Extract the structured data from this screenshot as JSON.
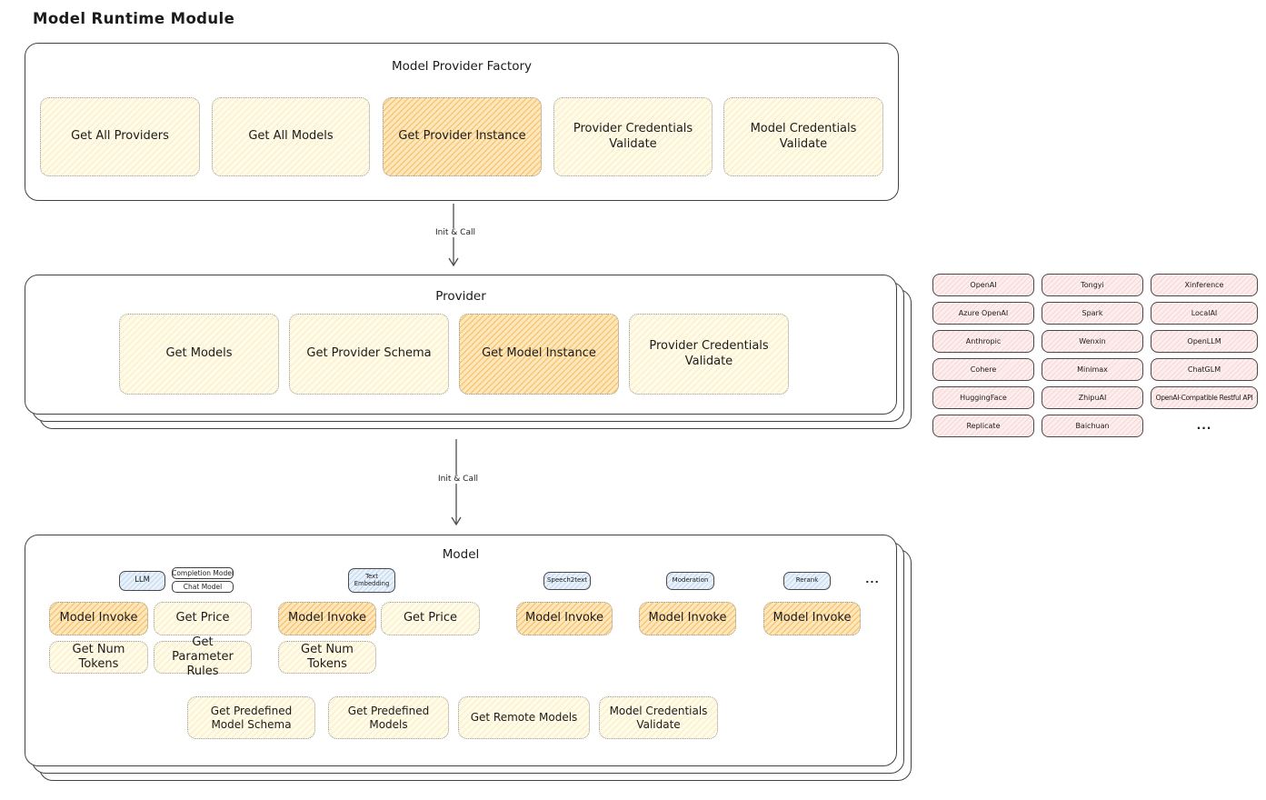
{
  "title": "Model Runtime Module",
  "arrows": {
    "factory_to_provider": "Init & Call",
    "provider_to_model": "Init & Call"
  },
  "factory": {
    "title": "Model Provider Factory",
    "boxes": [
      {
        "label": "Get All Providers",
        "highlight": false
      },
      {
        "label": "Get All Models",
        "highlight": false
      },
      {
        "label": "Get Provider Instance",
        "highlight": true
      },
      {
        "label": "Provider Credentials Validate",
        "highlight": false
      },
      {
        "label": "Model Credentials Validate",
        "highlight": false
      }
    ]
  },
  "provider": {
    "title": "Provider",
    "boxes": [
      {
        "label": "Get Models",
        "highlight": false
      },
      {
        "label": "Get Provider Schema",
        "highlight": false
      },
      {
        "label": "Get Model Instance",
        "highlight": true
      },
      {
        "label": "Provider Credentials Validate",
        "highlight": false
      }
    ]
  },
  "provider_list": {
    "rows": [
      [
        "OpenAI",
        "Tongyi",
        "Xinference"
      ],
      [
        "Azure OpenAI",
        "Spark",
        "LocalAI"
      ],
      [
        "Anthropic",
        "Wenxin",
        "OpenLLM"
      ],
      [
        "Cohere",
        "Minimax",
        "ChatGLM"
      ],
      [
        "HuggingFace",
        "ZhipuAI",
        "OpenAI-Compatible Restful API"
      ],
      [
        "Replicate",
        "Baichuan",
        "..."
      ]
    ]
  },
  "model": {
    "title": "Model",
    "ellipsis": "...",
    "tabs": {
      "llm": "LLM",
      "completion_model": "Completion Model",
      "chat_model": "Chat Model",
      "text_embedding": "Text Embedding",
      "speech2text": "Speech2text",
      "moderation": "Moderation",
      "rerank": "Rerank"
    },
    "llm_boxes": [
      {
        "label": "Model Invoke",
        "highlight": true
      },
      {
        "label": "Get Price",
        "highlight": false
      },
      {
        "label": "Get Num Tokens",
        "highlight": false
      },
      {
        "label": "Get Parameter Rules",
        "highlight": false
      }
    ],
    "text_embedding_boxes": [
      {
        "label": "Model Invoke",
        "highlight": true
      },
      {
        "label": "Get Price",
        "highlight": false
      },
      {
        "label": "Get Num Tokens",
        "highlight": false
      }
    ],
    "speech2text_boxes": [
      {
        "label": "Model Invoke",
        "highlight": true
      }
    ],
    "moderation_boxes": [
      {
        "label": "Model Invoke",
        "highlight": true
      }
    ],
    "rerank_boxes": [
      {
        "label": "Model Invoke",
        "highlight": true
      }
    ],
    "bottom_boxes": [
      "Get Predefined Model Schema",
      "Get Predefined Models",
      "Get Remote Models",
      "Model Credentials Validate"
    ]
  }
}
